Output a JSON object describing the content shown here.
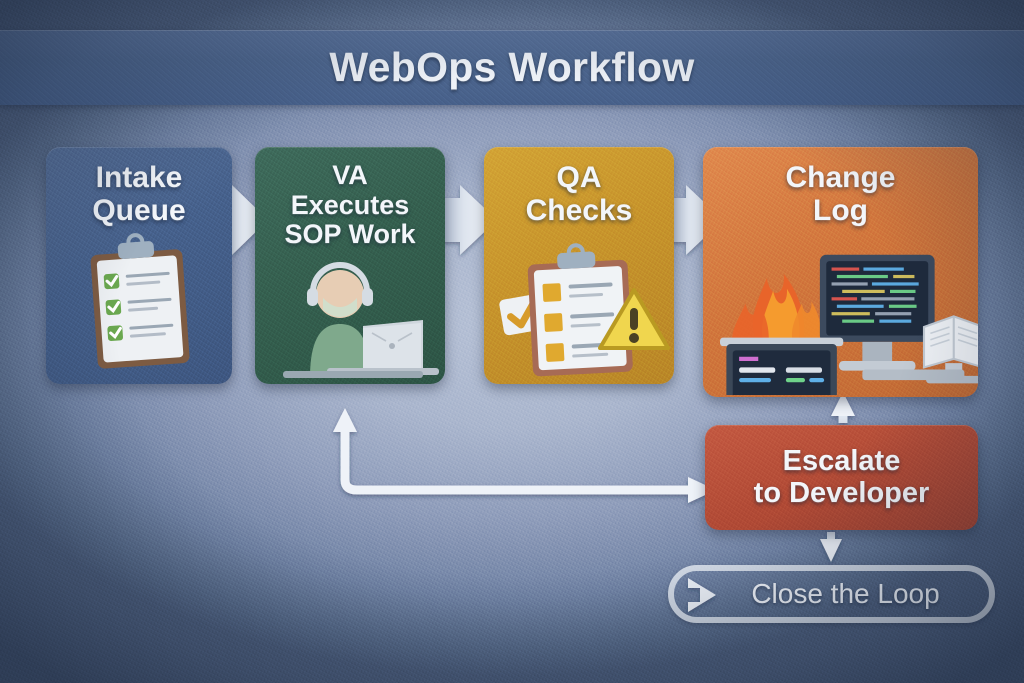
{
  "banner": {
    "title": "WebOps Workflow"
  },
  "diagram": {
    "type": "flow-diagram",
    "background_color": "#a9b5cd",
    "banner_color": "#4e678f",
    "nodes": [
      {
        "id": "intake",
        "label": "Intake\nQueue",
        "color": "#46618c",
        "icon": "clipboard-checklist-icon",
        "row": "top",
        "order": 1
      },
      {
        "id": "va",
        "label": "VA\nExecutes\nSOP Work",
        "color": "#35604f",
        "icon": "agent-headset-laptop-icon",
        "row": "top",
        "order": 2
      },
      {
        "id": "qa",
        "label": "QA\nChecks",
        "color": "#c8952c",
        "icon": "clipboard-check-warning-icon",
        "row": "top",
        "order": 3
      },
      {
        "id": "changelog",
        "label": "Change\nLog",
        "color": "#d2773d",
        "icon": "monitors-fire-notebook-icon",
        "row": "top",
        "order": 4
      },
      {
        "id": "escalate",
        "label": "Escalate\nto Developer",
        "color": "#b24b36",
        "icon": "",
        "row": "bottom",
        "order": 5
      },
      {
        "id": "loop",
        "label": "Close the Loop",
        "color": "#ecf1f8",
        "icon": "loop-arrow-icon",
        "row": "bottom",
        "order": 6
      }
    ],
    "connectors": [
      {
        "from": "intake",
        "to": "va",
        "style": "block-arrow",
        "direction": "right"
      },
      {
        "from": "va",
        "to": "qa",
        "style": "block-arrow",
        "direction": "right"
      },
      {
        "from": "qa",
        "to": "changelog",
        "style": "block-arrow",
        "direction": "right"
      },
      {
        "from": "qa",
        "to": "escalate",
        "style": "elbow-line",
        "direction": "right"
      },
      {
        "from": "feedback",
        "to": "va",
        "style": "elbow-line",
        "direction": "up"
      },
      {
        "from": "escalate",
        "to": "changelog",
        "style": "line",
        "direction": "up"
      },
      {
        "from": "escalate",
        "to": "loop",
        "style": "line",
        "direction": "down"
      }
    ]
  }
}
